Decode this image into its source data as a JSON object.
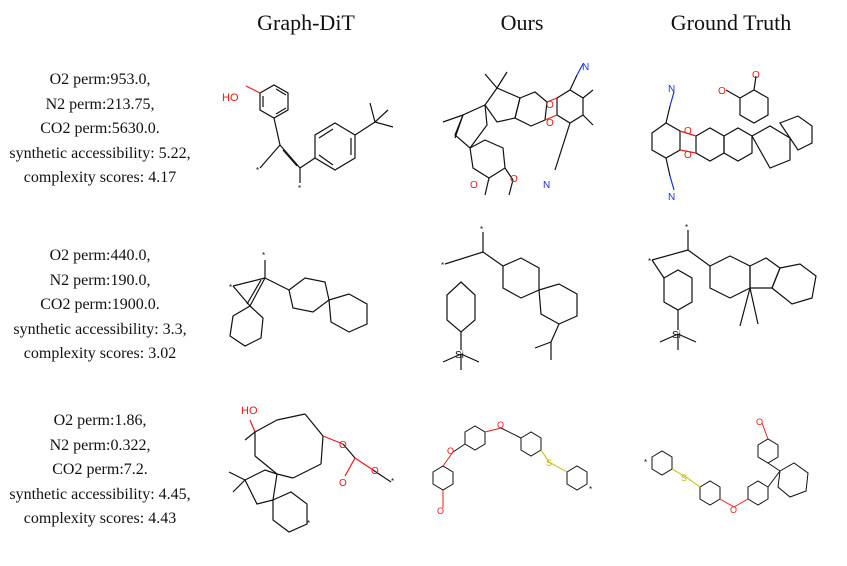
{
  "columns": [
    "Graph-DiT",
    "Ours",
    "Ground Truth"
  ],
  "rows": [
    {
      "lines": [
        "O2 perm:953.0,",
        "N2 perm:213.75,",
        "CO2 perm:5630.0.",
        "synthetic accessibility: 5.22,",
        "complexity scores: 4.17"
      ]
    },
    {
      "lines": [
        "O2 perm:440.0,",
        "N2 perm:190.0,",
        "CO2 perm:1900.0.",
        "synthetic accessibility: 3.3,",
        "complexity scores: 3.02"
      ]
    },
    {
      "lines": [
        "O2 perm:1.86,",
        "N2 perm:0.322,",
        "CO2 perm:7.2.",
        "synthetic accessibility: 4.45,",
        "complexity scores: 4.43"
      ]
    }
  ],
  "atom_labels": {
    "ho": "HO",
    "o": "O",
    "n": "N",
    "s": "S",
    "si": "Si",
    "star": "*"
  },
  "colors": {
    "oxygen": "#e8191c",
    "nitrogen": "#1b2fd9",
    "sulfur": "#c9b400",
    "bond": "#111111"
  }
}
